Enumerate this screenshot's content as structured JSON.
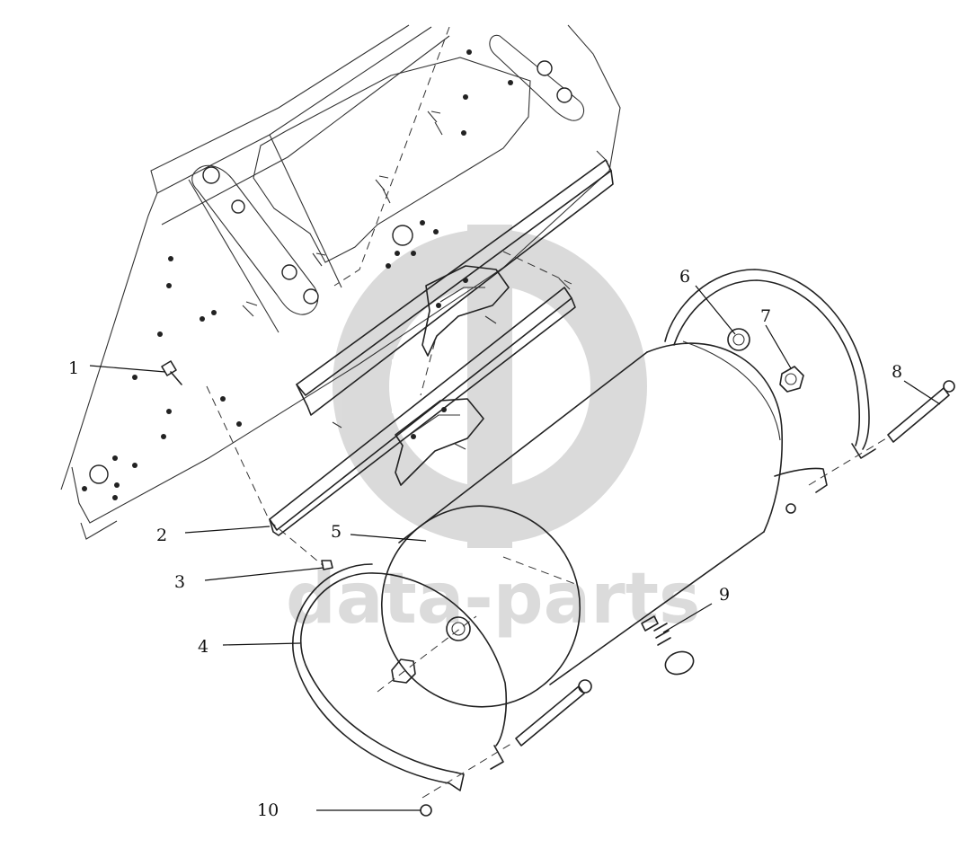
{
  "diagram": {
    "callouts": [
      {
        "id": "1",
        "label": "1"
      },
      {
        "id": "2",
        "label": "2"
      },
      {
        "id": "3",
        "label": "3"
      },
      {
        "id": "4",
        "label": "4"
      },
      {
        "id": "5",
        "label": "5"
      },
      {
        "id": "6",
        "label": "6"
      },
      {
        "id": "7",
        "label": "7"
      },
      {
        "id": "8",
        "label": "8"
      },
      {
        "id": "9",
        "label": "9"
      },
      {
        "id": "10",
        "label": "10"
      }
    ]
  },
  "watermark": {
    "text": "data-parts",
    "color": "#cfcfcf"
  }
}
